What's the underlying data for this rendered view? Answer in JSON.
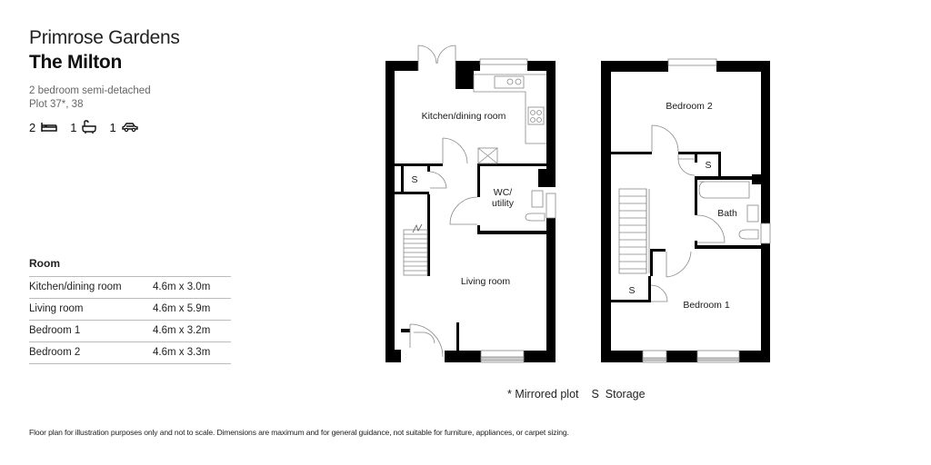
{
  "header": {
    "development": "Primrose Gardens",
    "house_name": "The Milton",
    "house_type": "2 bedroom semi-detached",
    "plots": "Plot 37*, 38"
  },
  "specs": [
    {
      "count": "2",
      "icon": "bed-icon"
    },
    {
      "count": "1",
      "icon": "bath-icon"
    },
    {
      "count": "1",
      "icon": "car-icon"
    }
  ],
  "room_table": {
    "header": "Room",
    "rows": [
      {
        "name": "Kitchen/dining room",
        "dimensions": "4.6m x 3.0m"
      },
      {
        "name": "Living room",
        "dimensions": "4.6m x 5.9m"
      },
      {
        "name": "Bedroom 1",
        "dimensions": "4.6m x 3.2m"
      },
      {
        "name": "Bedroom 2",
        "dimensions": "4.6m x 3.3m"
      }
    ]
  },
  "ground_floor": {
    "labels": {
      "kitchen": "Kitchen/dining room",
      "storage": "S",
      "wc_line1": "WC/",
      "wc_line2": "utility",
      "living": "Living room"
    }
  },
  "first_floor": {
    "labels": {
      "bedroom2": "Bedroom 2",
      "storage_top": "S",
      "bath": "Bath",
      "storage_bottom": "S",
      "bedroom1": "Bedroom 1"
    }
  },
  "legend": {
    "mirrored": "* Mirrored plot",
    "storage": "S  Storage"
  },
  "disclaimer": "Floor plan for illustration purposes only and not to scale. Dimensions are maximum and for general guidance, not suitable for furniture, appliances, or carpet sizing.",
  "colors": {
    "wall": "#000000",
    "fixture_line": "#888888",
    "text": "#1a1a1a",
    "muted_text": "#666666",
    "divider": "#bbbbbb"
  }
}
